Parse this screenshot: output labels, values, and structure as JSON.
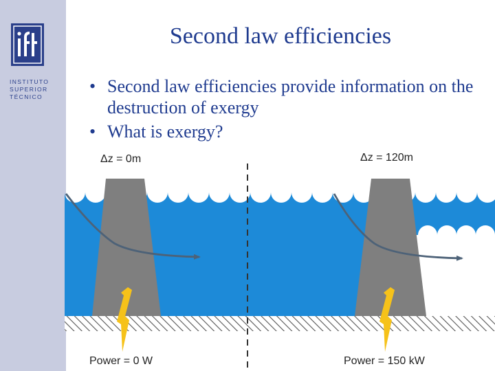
{
  "logo": {
    "lines": [
      "INSTITUTO",
      "SUPERIOR",
      "TÉCNICO"
    ]
  },
  "slide": {
    "title": "Second law efficiencies",
    "bullets": [
      "Second law efficiencies provide information on the destruction of exergy",
      "What is exergy?"
    ]
  },
  "diagram": {
    "left_label": "Δz = 0m",
    "right_label": "Δz = 120m",
    "left_power": "Power = 0 W",
    "right_power": "Power = 150 kW"
  },
  "colors": {
    "sidebar": "#c8cce0",
    "title": "#1f3b8f",
    "water": "#1d8ad8",
    "dam": "#7f7f7f",
    "lightning": "#f6c21a"
  }
}
